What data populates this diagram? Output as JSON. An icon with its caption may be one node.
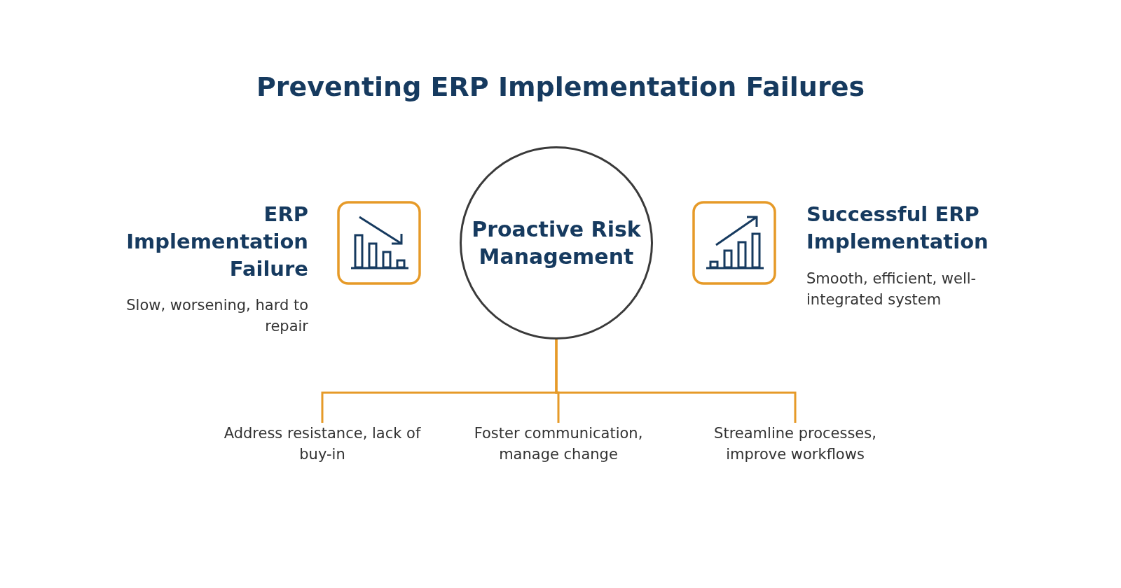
{
  "diagram": {
    "title": "Preventing ERP Implementation Failures",
    "nodes": [
      {
        "text": [
          "Proactive Risk Management"
        ]
      },
      {
        "text": [
          "Address resistance, lack of buy-in"
        ]
      },
      {
        "text": [
          "Foster communication, manage change"
        ]
      },
      {
        "text": [
          "Streamline processes, improve workflows"
        ]
      }
    ],
    "edges": [
      {
        "from": 0,
        "to": 1,
        "arrow": "none"
      },
      {
        "from": 0,
        "to": 2,
        "arrow": "none"
      },
      {
        "from": 0,
        "to": 3,
        "arrow": "none"
      }
    ],
    "labels": [
      "ERP Implementation Failure",
      "Slow, worsening, hard to repair",
      "Successful ERP Implementation",
      "Smooth, efficient, well-integrated system"
    ]
  }
}
